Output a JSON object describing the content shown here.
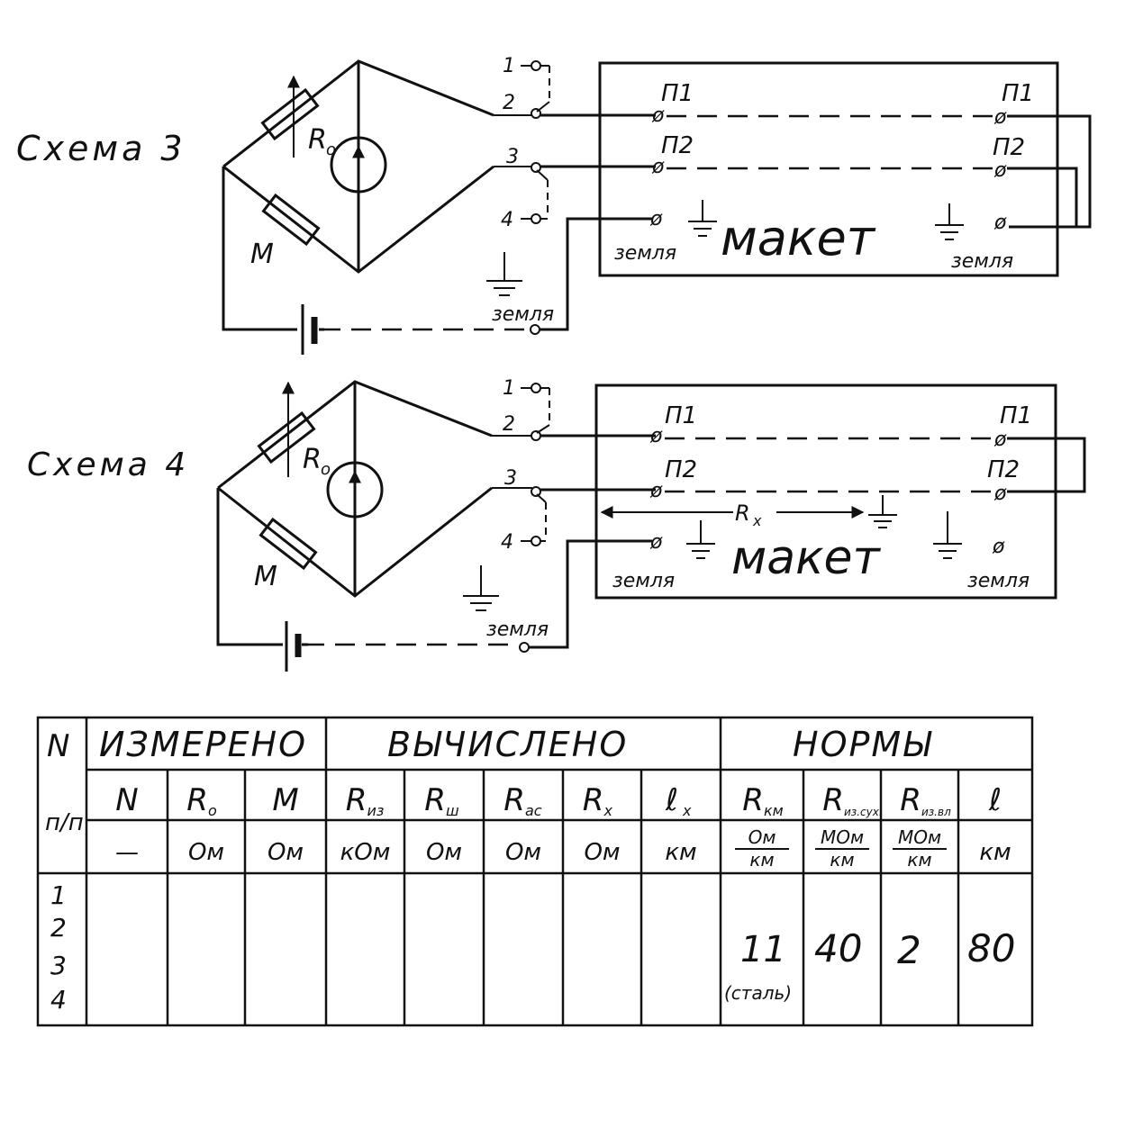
{
  "schemes": [
    {
      "title": "Схема 3",
      "r0_label": "R",
      "r0_sub": "o",
      "m_label": "M",
      "switch_labels": [
        "1",
        "2",
        "3",
        "4"
      ],
      "ground_label": "земля",
      "maket_label": "макет",
      "left_p1": "П1",
      "left_p2": "П2",
      "right_p1": "П1",
      "right_p2": "П2",
      "left_ground": "земля",
      "right_ground": "земля"
    },
    {
      "title": "Схема 4",
      "r0_label": "R",
      "r0_sub": "o",
      "m_label": "M",
      "switch_labels": [
        "1",
        "2",
        "3",
        "4"
      ],
      "ground_label": "земля",
      "maket_label": "макет",
      "left_p1": "П1",
      "left_p2": "П2",
      "right_p1": "П1",
      "right_p2": "П2",
      "left_ground": "земля",
      "right_ground": "земля",
      "rx_label": "R",
      "rx_sub": "x"
    }
  ],
  "table": {
    "groups": [
      "N",
      "ИЗМЕРЕНО",
      "ВЫЧИСЛЕНО",
      "НОРМЫ"
    ],
    "np_label": "п/п",
    "columns": [
      {
        "sym": "N",
        "sub": "",
        "unit": "—"
      },
      {
        "sym": "R",
        "sub": "o",
        "unit": "Ом"
      },
      {
        "sym": "M",
        "sub": "",
        "unit": "Ом"
      },
      {
        "sym": "R",
        "sub": "из",
        "unit": "кОм"
      },
      {
        "sym": "R",
        "sub": "ш",
        "unit": "Ом"
      },
      {
        "sym": "R",
        "sub": "ас",
        "unit": "Ом"
      },
      {
        "sym": "R",
        "sub": "x",
        "unit": "Ом"
      },
      {
        "sym": "ℓ",
        "sub": "x",
        "unit": "км"
      },
      {
        "sym": "R",
        "sub": "км",
        "unit_num": "Ом",
        "unit_den": "км"
      },
      {
        "sym": "R",
        "sub": "из.сух.",
        "unit_num": "МОм",
        "unit_den": "км"
      },
      {
        "sym": "R",
        "sub": "из.вл",
        "unit_num": "МОм",
        "unit_den": "км"
      },
      {
        "sym": "ℓ",
        "sub": "",
        "unit": "км"
      }
    ],
    "row_numbers": [
      "1",
      "2",
      "3",
      "4"
    ],
    "norms": [
      "11",
      "40",
      "2",
      "80"
    ],
    "norm_note": "(сталь)"
  }
}
